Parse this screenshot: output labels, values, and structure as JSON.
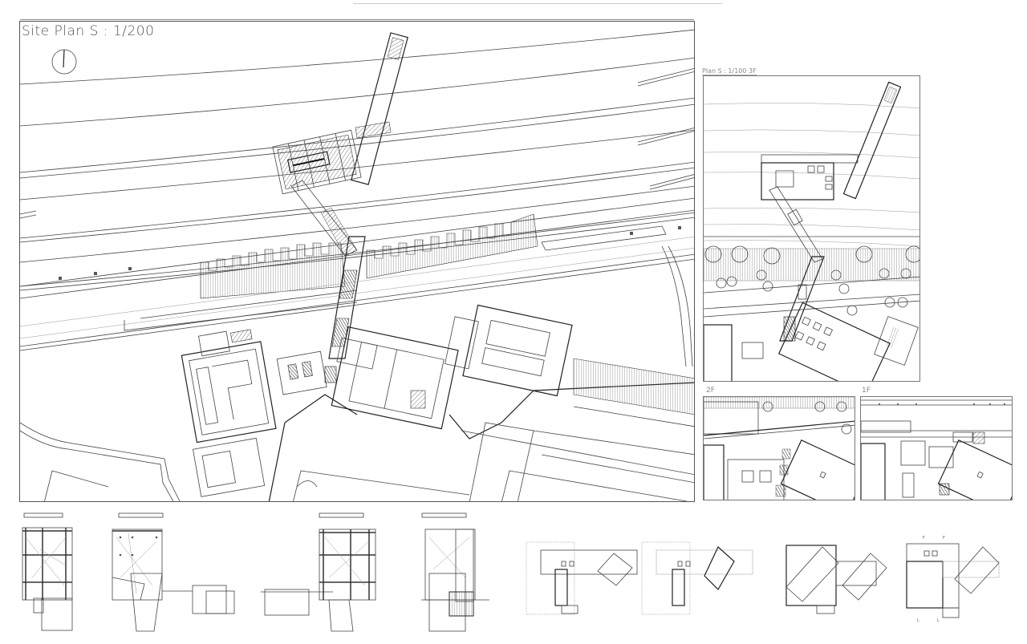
{
  "sheet": {
    "header_rule": "top drawing rule"
  },
  "site_plan": {
    "title": "Site Plan S : 1/200",
    "north_arrow": "north-arrow-icon"
  },
  "plan_3f": {
    "title": "Plan S : 1/100 3F"
  },
  "plan_2f": {
    "tag": "2F"
  },
  "plan_1f": {
    "tag": "1F"
  },
  "elevations": {
    "items": [
      {
        "id": "elevation-1",
        "type": "front elevation"
      },
      {
        "id": "elevation-2",
        "type": "side elevation"
      },
      {
        "id": "elevation-3",
        "type": "stair detail elevation"
      },
      {
        "id": "elevation-4",
        "type": "stair detail elevation"
      },
      {
        "id": "elevation-5",
        "type": "front elevation"
      },
      {
        "id": "elevation-6",
        "type": "side elevation"
      }
    ]
  },
  "diagrams": {
    "items": [
      {
        "id": "diagram-1",
        "type": "plan diagram"
      },
      {
        "id": "diagram-2",
        "type": "plan diagram"
      },
      {
        "id": "diagram-3",
        "type": "plan diagram"
      },
      {
        "id": "diagram-4",
        "type": "plan diagram",
        "annotations": [
          "F",
          "F",
          "L",
          "L"
        ]
      }
    ]
  },
  "colors": {
    "ink": "#333333",
    "paper": "#ffffff",
    "frame": "#555555"
  }
}
